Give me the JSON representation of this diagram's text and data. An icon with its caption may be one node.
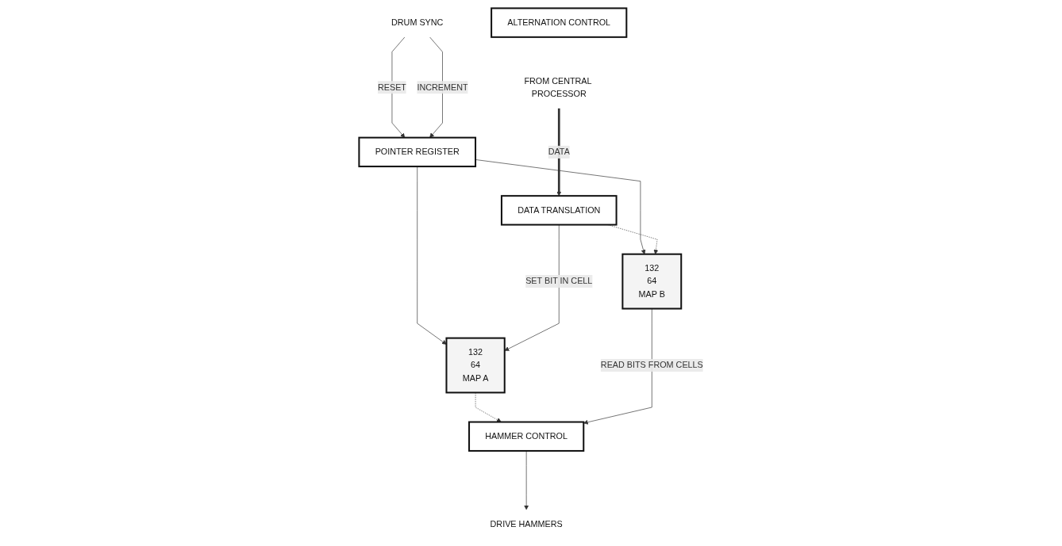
{
  "diagram": {
    "nodes": [
      {
        "text": [
          "POINTER REGISTER"
        ]
      },
      {
        "text": [
          "DRUM SYNC"
        ]
      },
      {
        "text": [
          "132",
          "64",
          "MAP A"
        ]
      },
      {
        "text": [
          "132",
          "64",
          "MAP B"
        ]
      },
      {
        "text": [
          "ALTERNATION CONTROL"
        ]
      },
      {
        "text": [
          "FROM CENTRAL PROCESSOR"
        ]
      },
      {
        "text": [
          "DATA TRANSLATION"
        ]
      },
      {
        "text": [
          "HAMMER CONTROL"
        ]
      },
      {
        "text": [
          "DRIVE HAMMERS"
        ]
      }
    ],
    "edges": [
      {
        "from": 1,
        "to": 0,
        "arrow": "to",
        "label": "RESET"
      },
      {
        "from": 1,
        "to": 0,
        "arrow": "to",
        "label": "INCREMENT"
      },
      {
        "from": 0,
        "to": 2,
        "arrow": "to"
      },
      {
        "from": 0,
        "to": 3,
        "arrow": "to"
      },
      {
        "from": 6,
        "to": 2,
        "arrow": "to",
        "label": "SET BIT IN CELL"
      },
      {
        "from": 6,
        "to": 3,
        "arrow": "to",
        "style": "dashed"
      },
      {
        "from": 2,
        "to": 7,
        "arrow": "to",
        "style": "dashed"
      },
      {
        "from": 3,
        "to": 7,
        "arrow": "to",
        "label": "READ BITS FROM CELLS"
      },
      {
        "from": 5,
        "to": 6,
        "arrow": "to",
        "label": "DATA",
        "style": "thick"
      },
      {
        "from": 7,
        "to": 8,
        "arrow": "to"
      }
    ]
  }
}
